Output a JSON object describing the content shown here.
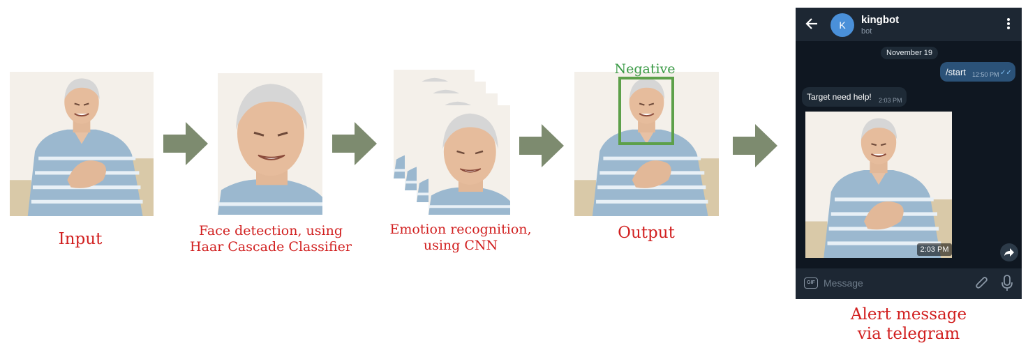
{
  "stages": [
    {
      "caption_lines": [
        "Input"
      ]
    },
    {
      "caption_lines": [
        "Face detection, using",
        "Haar Cascade Classifier"
      ]
    },
    {
      "caption_lines": [
        "Emotion recognition,",
        "using CNN"
      ]
    },
    {
      "caption_lines": [
        "Output"
      ]
    },
    {
      "caption_lines": [
        "Alert message",
        "via telegram"
      ]
    }
  ],
  "output_label": "Negative",
  "colors": {
    "caption": "#d11f1f",
    "arrow": "#7d8b6f",
    "detection_box": "#5da04a",
    "detection_label": "#3a9a45"
  },
  "telegram": {
    "back_icon": "arrow-left-icon",
    "avatar_letter": "K",
    "bot_name": "kingbot",
    "bot_status": "bot",
    "menu_icon": "more-vertical-icon",
    "date_divider": "November 19",
    "outgoing_message": {
      "text": "/start",
      "time": "12:50 PM",
      "ticks": "✓✓"
    },
    "incoming_message": {
      "text": "Target need help!",
      "time": "2:03 PM"
    },
    "photo_time": "2:03 PM",
    "share_icon": "share-arrow-icon",
    "gif_label": "GIF",
    "input_placeholder": "Message",
    "attach_icon": "paperclip-icon",
    "mic_icon": "microphone-icon"
  }
}
